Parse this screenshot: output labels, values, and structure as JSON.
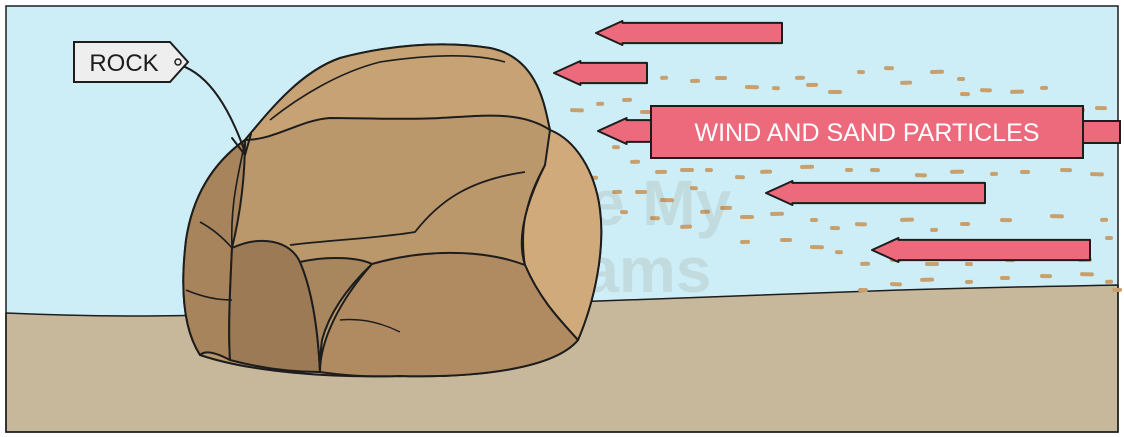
{
  "labels": {
    "rock": "ROCK",
    "wind": "WIND AND SAND PARTICLES"
  },
  "watermark": {
    "line1": "Save My",
    "line2": "Exams"
  },
  "colors": {
    "sky": "#cdeef7",
    "ground": "#c8b89b",
    "rock_main": "#bb976c",
    "rock_dark": "#9c7a55",
    "rock_light": "#d0aa7a",
    "arrow": "#ec6a7c",
    "sand": "#c8a06e",
    "tag": "#eeeeee",
    "outline": "#1d1d1d"
  },
  "icons": {
    "arrows": "left-arrow",
    "particles": "sand-particle"
  }
}
